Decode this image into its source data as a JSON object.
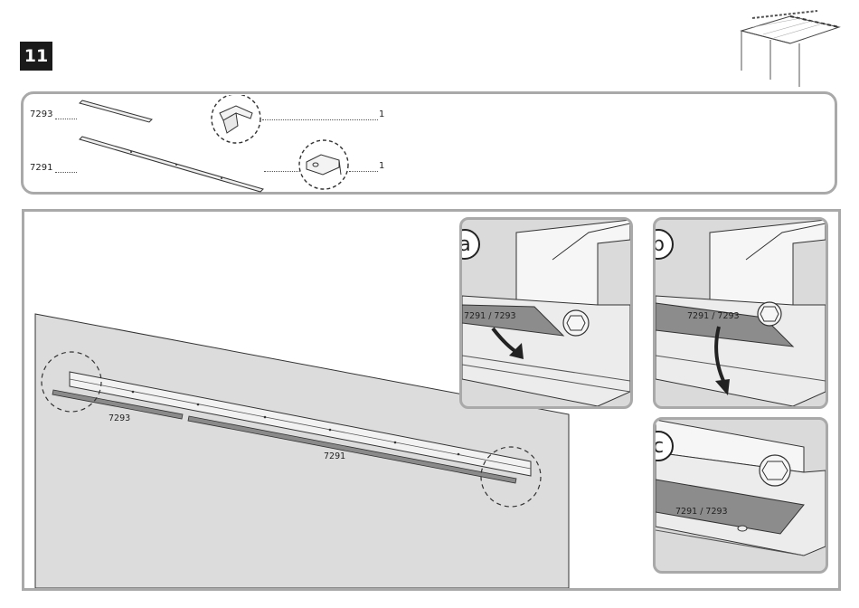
{
  "step": {
    "number": "11"
  },
  "parts": [
    {
      "code": "7293",
      "qty_label": "1"
    },
    {
      "code": "7291",
      "qty_label": "1"
    }
  ],
  "main": {
    "label_short": "7293",
    "label_long": "7291"
  },
  "details": {
    "a": {
      "letter": "a",
      "part_label": "7291 / 7293"
    },
    "b": {
      "letter": "b",
      "part_label": "7291 / 7293"
    },
    "c": {
      "letter": "c",
      "part_label": "7291 / 7293"
    }
  },
  "colors": {
    "frame": "#a9a9a9",
    "panel_bg": "#dadada",
    "badge": "#1a1a1a",
    "arrow": "#222222"
  }
}
